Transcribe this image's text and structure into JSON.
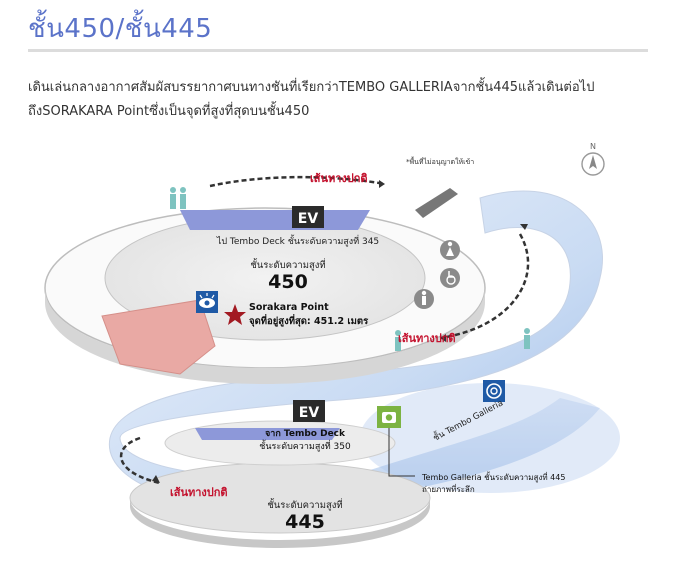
{
  "header": {
    "title": "ชั้น450/ชั้น445",
    "description_line1": "เดินเล่นกลางอากาศสัมผัสบรรยากาศบนทางชันที่เรียกว่าTEMBO GALLERIAจากชั้น445แล้วเดินต่อไป",
    "description_line2": "ถึงSORAKARA Pointซึ่งเป็นจุดที่สูงที่สุดบนชั้น450"
  },
  "diagram": {
    "compass": "N",
    "no_entry_note": "*พื้นที่ไม่อนุญาตให้เข้า",
    "route_label_top": "เส้นทางปกติ",
    "route_label_right": "เส้นทางปกติ",
    "route_label_bottom": "เส้นทางปกติ",
    "upper_floor": {
      "ev_label": "EV",
      "to_deck": "ไป Tembo Deck ชั้นระดับความสูงที่ 345",
      "height_label": "ชั้นระดับความสูงที่",
      "floor_number": "450",
      "sorakara_name": "Sorakara Point",
      "sorakara_height": "จุดที่อยู่สูงที่สุด: 451.2 เมตร"
    },
    "lower_floor": {
      "ev_label": "EV",
      "from_deck": "จาก Tembo Deck",
      "from_deck_height": "ชั้นระดับความสูงที่ 350",
      "height_label": "ชั้นระดับความสูงที่",
      "floor_number": "445"
    },
    "ramp_label": "ชั้น Tembo Galleria",
    "photo_note_line1": "Tembo Galleria ชั้นระดับความสูงที่ 445",
    "photo_note_line2": "ถ่ายภาพที่ระลึก",
    "colors": {
      "title_blue": "#5b73c9",
      "route_red": "#c4122e",
      "sorakara_zone": "#e9a9a4",
      "ev_band": "#8d98d9",
      "photo_green": "#7cb342"
    }
  }
}
